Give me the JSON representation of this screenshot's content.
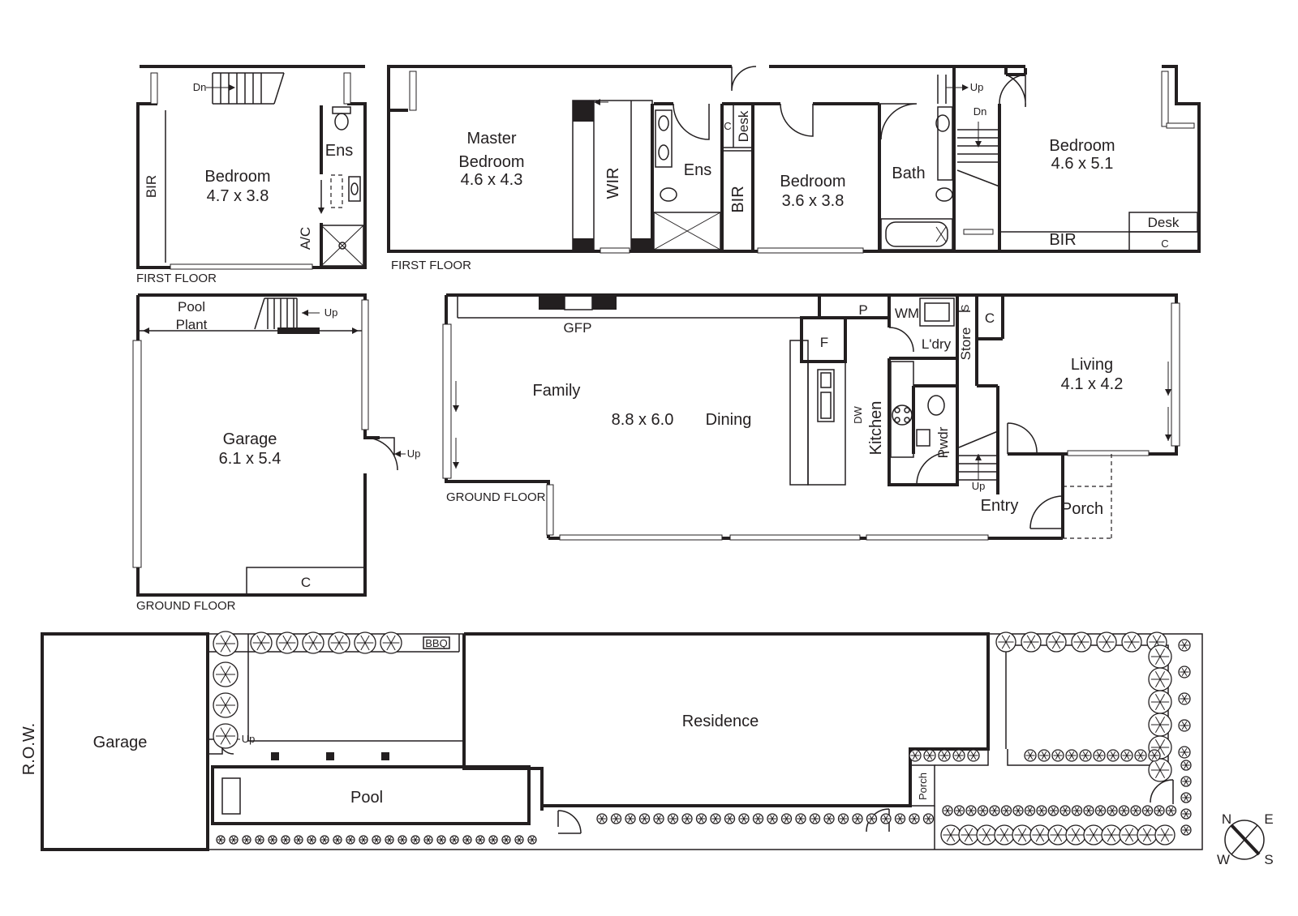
{
  "captions": {
    "first_floor_left": "FIRST FLOOR",
    "first_floor_right": "FIRST FLOOR",
    "ground_floor_left": "GROUND FLOOR",
    "ground_floor_right": "GROUND FLOOR"
  },
  "garage_first_floor": {
    "bedroom": "Bedroom",
    "bedroom_size": "4.7 x 3.8",
    "bir": "BIR",
    "ens": "Ens",
    "ac": "A/C",
    "dn": "Dn"
  },
  "house_first_floor": {
    "master": "Master",
    "master_2": "Bedroom",
    "master_size": "4.6 x 4.3",
    "wir": "WIR",
    "ens": "Ens",
    "c": "C",
    "desk": "Desk",
    "bir": "BIR",
    "bedroom2": "Bedroom",
    "bedroom2_size": "3.6 x 3.8",
    "bath": "Bath",
    "up": "Up",
    "dn": "Dn",
    "bedroom3": "Bedroom",
    "bedroom3_size": "4.6 x 5.1",
    "desk2": "Desk",
    "bir2": "BIR",
    "c2": "C"
  },
  "garage_ground_floor": {
    "pool_plant_1": "Pool",
    "pool_plant_2": "Plant",
    "up": "Up",
    "garage": "Garage",
    "garage_size": "6.1 x 5.4",
    "up_door": "Up",
    "c": "C"
  },
  "house_ground_floor": {
    "gfp": "GFP",
    "p": "P",
    "wm": "WM",
    "s": "S",
    "c": "C",
    "f": "F",
    "ldry": "L'dry",
    "store": "Store",
    "family": "Family",
    "size": "8.8 x 6.0",
    "dining": "Dining",
    "dw": "DW",
    "kitchen": "Kitchen",
    "pwdr": "Pwdr",
    "living": "Living",
    "living_size": "4.1 x 4.2",
    "up": "Up",
    "entry": "Entry",
    "porch": "Porch"
  },
  "site_plan": {
    "row": "R.O.W.",
    "garage": "Garage",
    "bbq": "BBQ",
    "up": "Up",
    "pool": "Pool",
    "residence": "Residence",
    "porch": "Porch"
  },
  "compass": {
    "n": "N",
    "e": "E",
    "w": "W",
    "s": "S"
  }
}
